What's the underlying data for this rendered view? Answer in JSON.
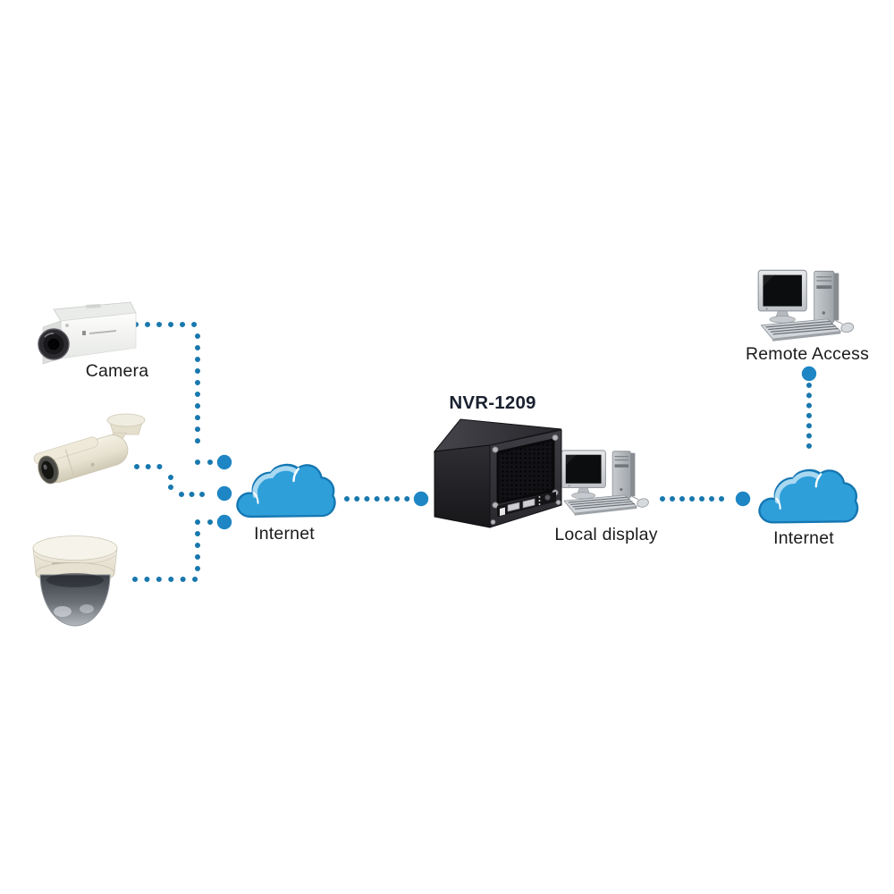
{
  "diagram": {
    "labels": {
      "camera": "Camera",
      "internet_left": "Internet",
      "nvr": "NVR-1209",
      "local_display": "Local display",
      "internet_right": "Internet",
      "remote_access": "Remote Access"
    },
    "icons": {
      "camera_group": [
        "box-camera-icon",
        "bullet-camera-icon",
        "dome-camera-icon"
      ],
      "internet_left": "cloud-icon",
      "internet_right": "cloud-icon",
      "nvr": "nvr-device-icon",
      "local_display": "desktop-computer-icon",
      "remote_access": "desktop-computer-icon",
      "links": "dotted-line"
    },
    "colors": {
      "background": "#ffffff",
      "link_dot_small": "#1878AE",
      "link_dot_large": "#1E86C4",
      "cloud_fill": "#2F9FDA",
      "cloud_outline": "#1577B2",
      "cloud_highlight": "#A9D8F1",
      "label_text": "#1B1B1B",
      "nvr_label_text": "#1A2130",
      "nvr_body": "#2E2E33",
      "camera_body": "#F2EEE1"
    }
  }
}
